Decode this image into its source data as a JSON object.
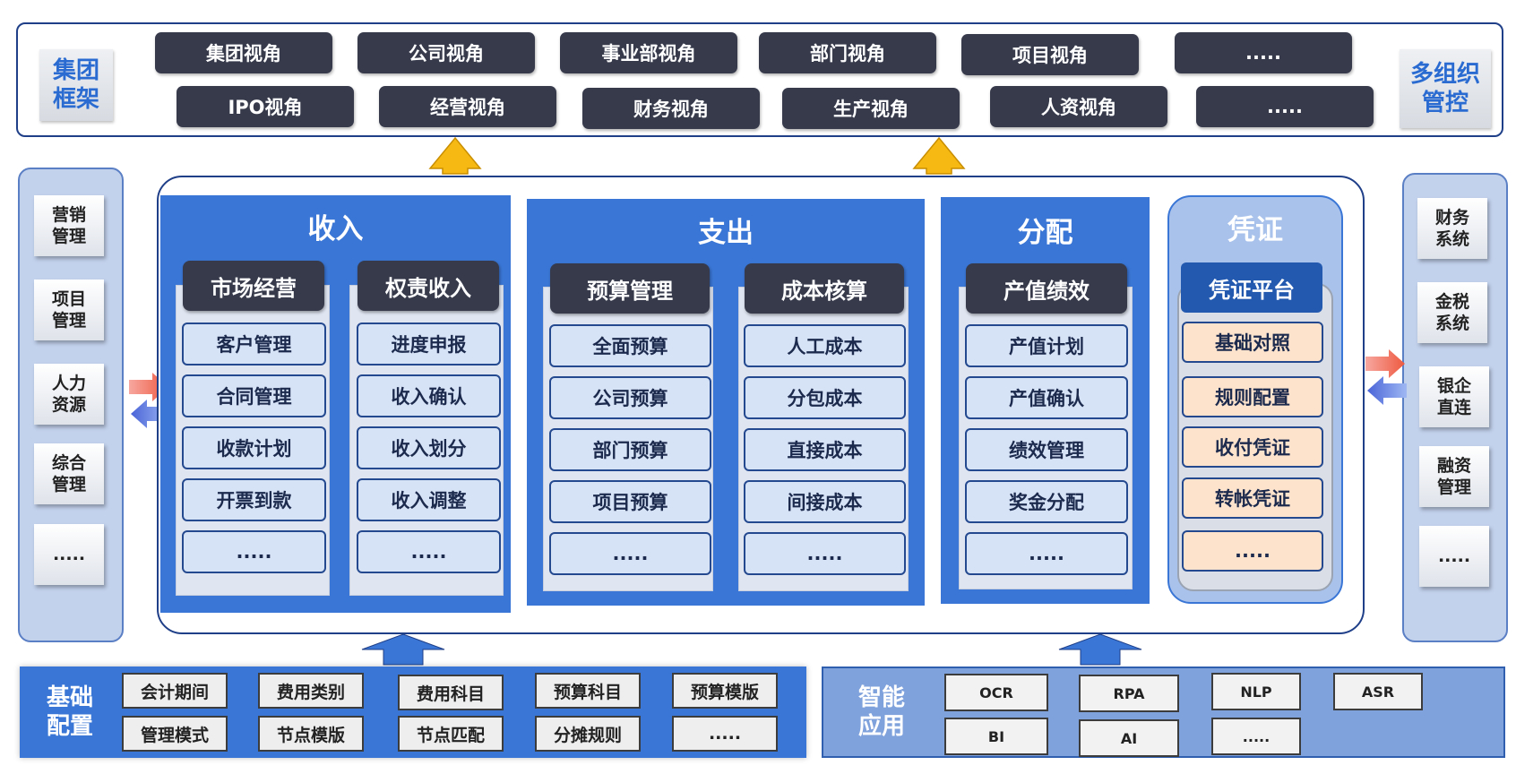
{
  "top": {
    "left_tag": "集团\n框架",
    "right_tag": "多组织\n管控",
    "row1": [
      "集团视角",
      "公司视角",
      "事业部视角",
      "部门视角",
      "项目视角",
      "....."
    ],
    "row2": [
      "IPO视角",
      "经营视角",
      "财务视角",
      "生产视角",
      "人资视角",
      "....."
    ]
  },
  "left_panel": [
    "营销\n管理",
    "项目\n管理",
    "人力\n资源",
    "综合\n管理",
    "....."
  ],
  "right_panel": [
    "财务\n系统",
    "金税\n系统",
    "银企\n直连",
    "融资\n管理",
    "....."
  ],
  "sections": {
    "income": {
      "title": "收入",
      "columns": [
        {
          "header": "市场经营",
          "items": [
            "客户管理",
            "合同管理",
            "收款计划",
            "开票到款",
            "....."
          ]
        },
        {
          "header": "权责收入",
          "items": [
            "进度申报",
            "收入确认",
            "收入划分",
            "收入调整",
            "....."
          ]
        }
      ]
    },
    "expense": {
      "title": "支出",
      "columns": [
        {
          "header": "预算管理",
          "items": [
            "全面预算",
            "公司预算",
            "部门预算",
            "项目预算",
            "....."
          ]
        },
        {
          "header": "成本核算",
          "items": [
            "人工成本",
            "分包成本",
            "直接成本",
            "间接成本",
            "....."
          ]
        }
      ]
    },
    "distribution": {
      "title": "分配",
      "columns": [
        {
          "header": "产值绩效",
          "items": [
            "产值计划",
            "产值确认",
            "绩效管理",
            "奖金分配",
            "....."
          ]
        }
      ]
    },
    "voucher": {
      "title": "凭证",
      "header": "凭证平台",
      "items": [
        "基础对照",
        "规则配置",
        "收付凭证",
        "转帐凭证",
        "....."
      ]
    }
  },
  "basic_config": {
    "title": "基础\n配置",
    "row1": [
      "会计期间",
      "费用类别",
      "费用科目",
      "预算科目",
      "预算模版"
    ],
    "row2": [
      "管理模式",
      "节点模版",
      "节点匹配",
      "分摊规则",
      "....."
    ]
  },
  "smart_apps": {
    "title": "智能\n应用",
    "row1": [
      "OCR",
      "RPA",
      "NLP",
      "ASR"
    ],
    "row2": [
      "BI",
      "AI",
      "....."
    ]
  },
  "colors": {
    "dark_pill": "#363a4b",
    "section_blue": "#3a76d5",
    "frame_navy": "#1f3f88",
    "item_fill": "#d6e2f6",
    "voucher_item_fill": "#fde3cc",
    "arrow_yellow": "#f6b913"
  }
}
